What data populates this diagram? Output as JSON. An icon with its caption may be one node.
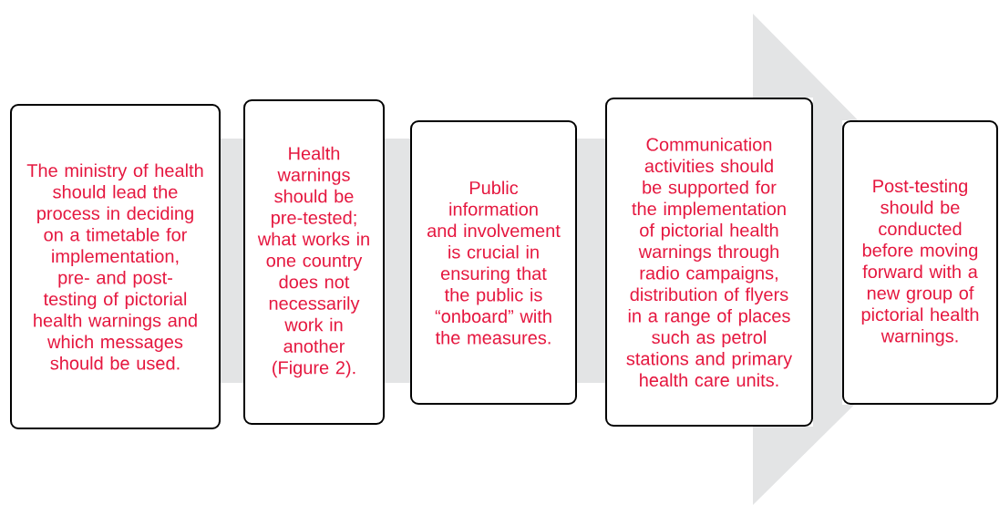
{
  "diagram": {
    "nodes": [
      {
        "text": [
          "The ministry of health should lead the process in deciding on a timetable for implementation, pre- and post-testing of pictorial health warnings and which messages should be used."
        ]
      },
      {
        "text": [
          "Health warnings should be pre-tested; what works in one country does not necessarily work in another (Figure 2)."
        ]
      },
      {
        "text": [
          "Public information and involvement is crucial in ensuring that the public is “onboard” with the measures."
        ]
      },
      {
        "text": [
          "Communication activities should be supported for the implementation of pictorial health warnings through radio campaigns, distribution of flyers in a range of places such as petrol stations and primary health care units."
        ]
      },
      {
        "text": [
          "Post-testing should be conducted before moving forward with a new group of pictorial health warnings."
        ]
      }
    ],
    "edges": [
      {
        "from": 0,
        "to": 4,
        "arrow": "to"
      }
    ]
  }
}
